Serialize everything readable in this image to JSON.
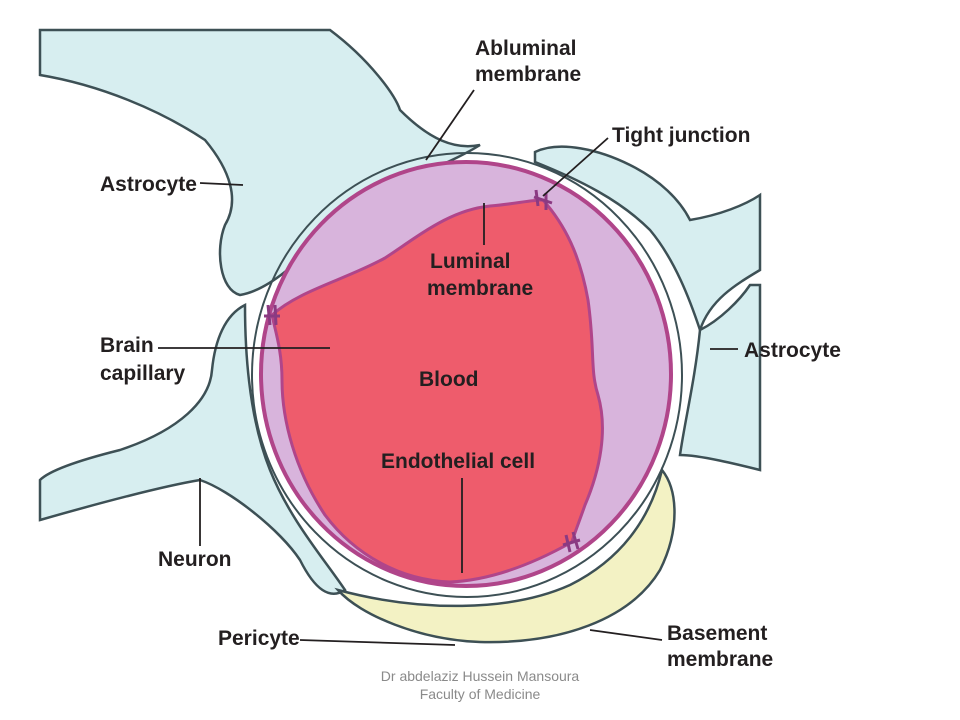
{
  "labels": {
    "abluminal_line1": "Abluminal",
    "abluminal_line2": "membrane",
    "tight_junction": "Tight junction",
    "astrocyte_left": "Astrocyte",
    "luminal_line1": "Luminal",
    "luminal_line2": "membrane",
    "astrocyte_right": "Astrocyte",
    "brain_capillary_line1": "Brain",
    "brain_capillary_line2": "capillary",
    "blood": "Blood",
    "endothelial_cell": "Endothelial cell",
    "neuron": "Neuron",
    "pericyte": "Pericyte",
    "basement_line1": "Basement",
    "basement_line2": "membrane"
  },
  "footer": {
    "line1": "Dr abdelaziz Hussein Mansoura",
    "line2": "Faculty of Medicine"
  },
  "colors": {
    "blood": "#ee5c6c",
    "endothelium": "#d8b4dc",
    "membrane": "#b0458a",
    "astrocyte": "#d7eef0",
    "pericyte": "#f3f2c4",
    "outline": "#3d5055"
  }
}
